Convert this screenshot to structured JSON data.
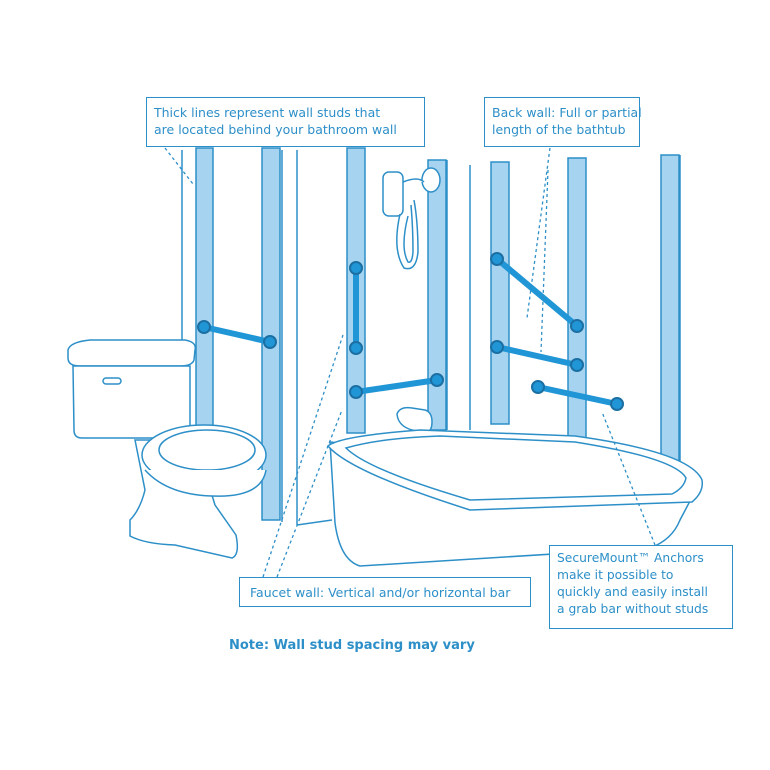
{
  "callouts": {
    "wall_studs": [
      "Thick lines represent wall studs that",
      "are located behind your bathroom wall"
    ],
    "back_wall": [
      "Back wall: Full or partial",
      "length of the bathtub"
    ],
    "faucet_wall": "Faucet wall: Vertical and/or horizontal bar",
    "securemount": [
      "SecureMount™ Anchors",
      "make it possible to",
      "quickly and easily install",
      "a grab bar without studs"
    ]
  },
  "note": "Note: Wall stud spacing may vary",
  "colors": {
    "outline": "#2d8fc8",
    "stud_fill": "#a6d3ef",
    "grab_bar": "#2196d6",
    "background": "#ffffff"
  }
}
